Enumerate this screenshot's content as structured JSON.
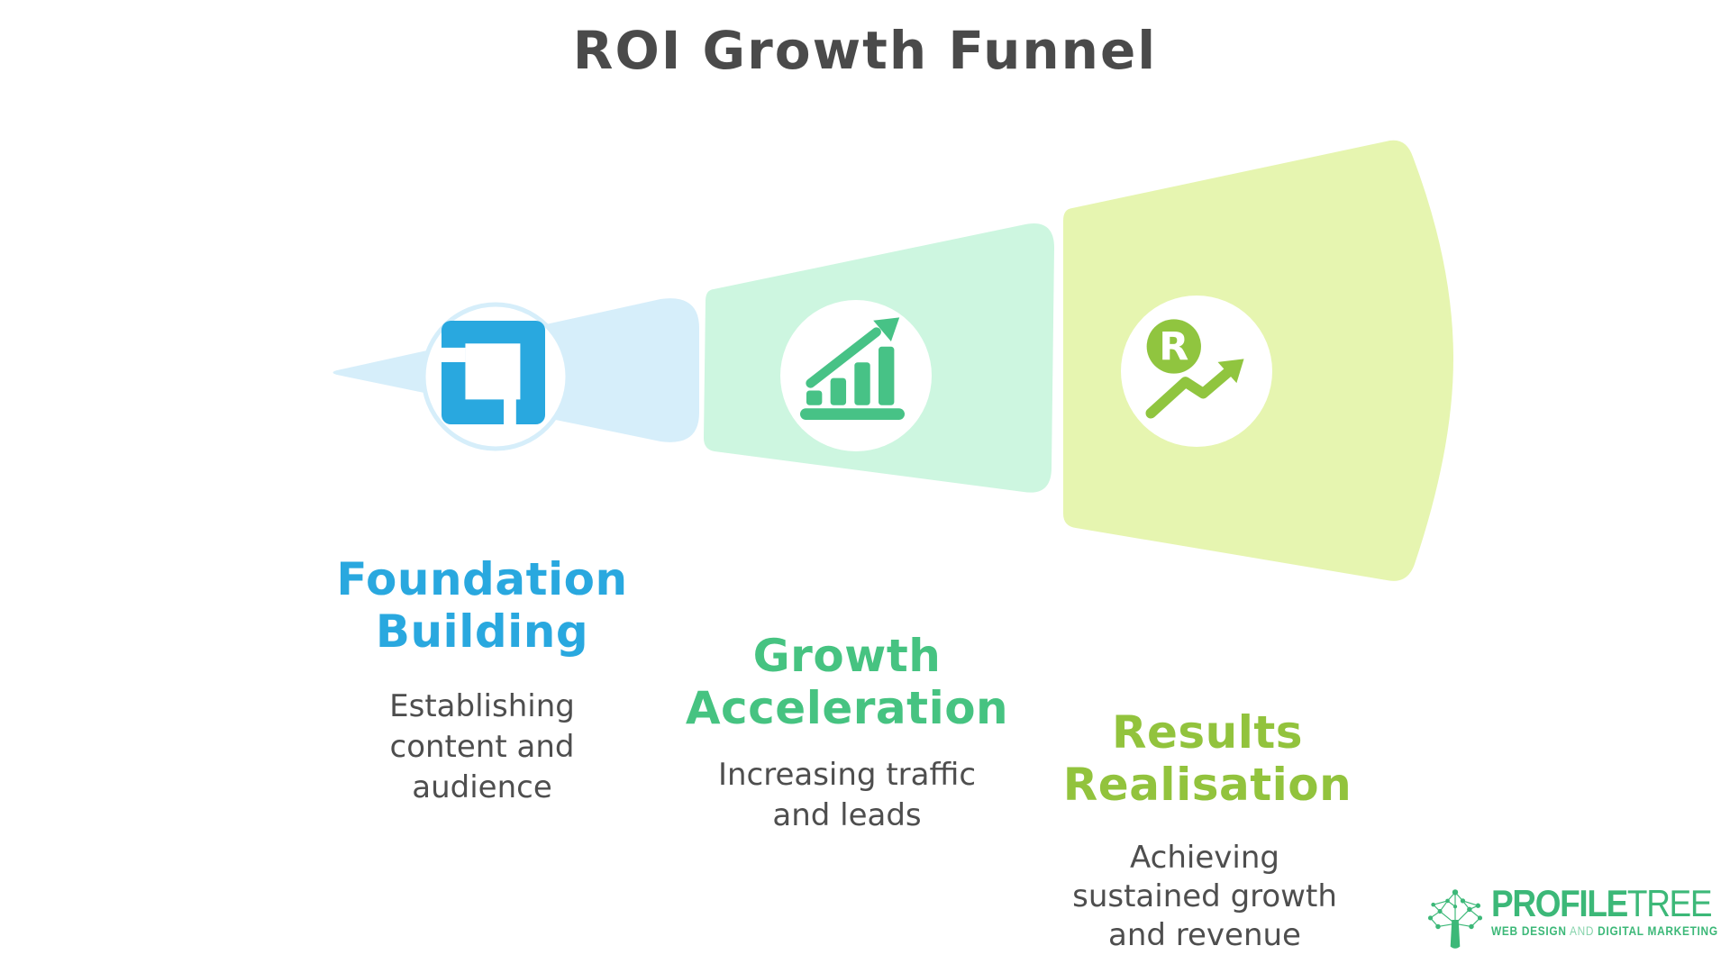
{
  "title": "ROI Growth Funnel",
  "stages": [
    {
      "name": "foundation-building",
      "heading_lines": [
        "Foundation",
        "Building"
      ],
      "desc_lines": [
        "Establishing",
        "content and",
        "audience"
      ],
      "heading_color": "#29a8df",
      "funnel_fill": "#d6eefa",
      "icon": "frame-icon",
      "icon_color": "#29a8df"
    },
    {
      "name": "growth-acceleration",
      "heading_lines": [
        "Growth",
        "Acceleration"
      ],
      "desc_lines": [
        "Increasing traffic",
        "and leads"
      ],
      "heading_color": "#46c381",
      "funnel_fill": "#cdf6e0",
      "icon": "bar-chart-rising-arrow-icon",
      "icon_color": "#47c286"
    },
    {
      "name": "results-realisation",
      "heading_lines": [
        "Results",
        "Realisation"
      ],
      "desc_lines": [
        "Achieving",
        "sustained growth",
        "and revenue"
      ],
      "heading_color": "#92c33d",
      "funnel_fill": "#e6f5b0",
      "icon": "r-badge-trend-arrow-icon",
      "icon_color": "#90c53f",
      "icon_letter": "R"
    }
  ],
  "text_color": "#4e4e4e",
  "title_color": "#4a4a4a",
  "logo": {
    "brand_bold": "PROFILE",
    "brand_light": "TREE",
    "tagline_bold1": "WEB DESIGN",
    "tagline_light": " AND ",
    "tagline_bold2": "DIGITAL MARKETING",
    "green": "#3cb878",
    "icon": "network-tree-icon"
  }
}
